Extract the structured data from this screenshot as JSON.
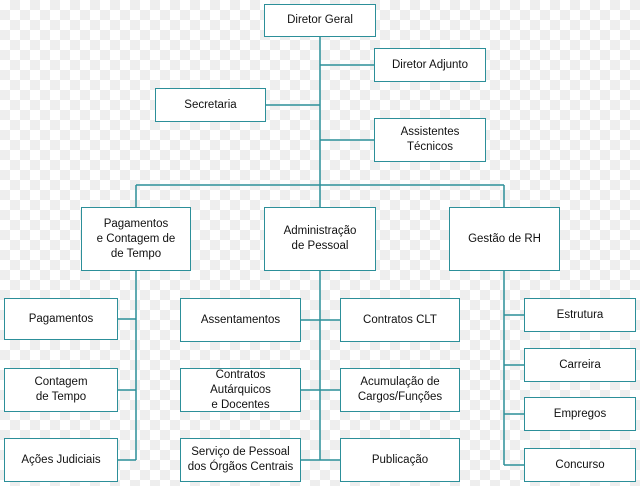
{
  "colors": {
    "accent": "#2c8f99",
    "box_fill": "#ffffff",
    "text": "#111111"
  },
  "nodes": {
    "diretor_geral": "Diretor Geral",
    "diretor_adjunto": "Diretor Adjunto",
    "secretaria": "Secretaria",
    "assistentes_tecnicos": "Assistentes\nTécnicos",
    "pagamentos_contagem": "Pagamentos\ne Contagem de\nde Tempo",
    "administracao_pessoal": "Administração\nde Pessoal",
    "gestao_rh": "Gestão de RH",
    "pagamentos": "Pagamentos",
    "contagem_tempo": "Contagem\nde Tempo",
    "acoes_judiciais": "Ações Judiciais",
    "assentamentos": "Assentamentos",
    "contratos_clt": "Contratos CLT",
    "contratos_autarquicos": "Contratos Autárquicos\ne Docentes",
    "acumulacao_cargos": "Acumulação de\nCargos/Funções",
    "servico_pessoal": "Serviço de Pessoal\ndos Órgãos Centrais",
    "publicacao": "Publicação",
    "estrutura": "Estrutura",
    "carreira": "Carreira",
    "empregos": "Empregos",
    "concurso": "Concurso"
  }
}
